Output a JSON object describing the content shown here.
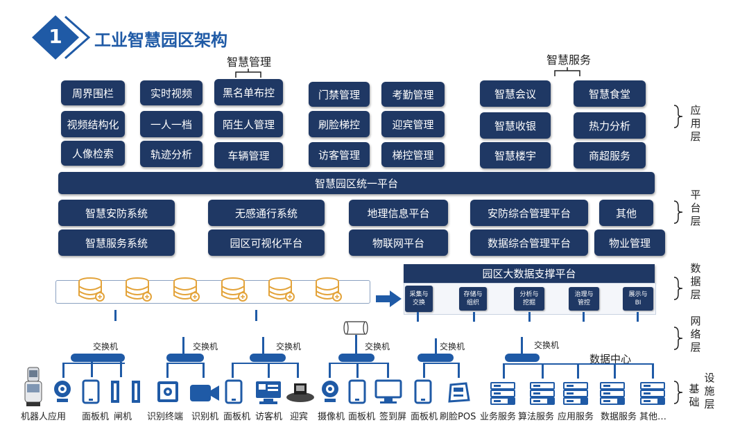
{
  "header": {
    "badge_number": "1",
    "title": "工业智慧园区架构"
  },
  "groups": {
    "management": "智慧管理",
    "services": "智慧服务"
  },
  "app_layer": [
    [
      "周界围栏",
      "实时视频",
      "黑名单布控",
      "门禁管理",
      "考勤管理",
      "智慧会议",
      "智慧食堂"
    ],
    [
      "视频结构化",
      "一人一档",
      "陌生人管理",
      "刷脸梯控",
      "迎宾管理",
      "智慧收银",
      "热力分析"
    ],
    [
      "人像检索",
      "轨迹分析",
      "车辆管理",
      "访客管理",
      "梯控管理",
      "智慧楼宇",
      "商超服务"
    ]
  ],
  "platform_bar": "智慧园区统一平台",
  "platform_layer": [
    [
      "智慧安防系统",
      "无感通行系统",
      "地理信息平台",
      "安防综合管理平台",
      "其他"
    ],
    [
      "智慧服务系统",
      "园区可视化平台",
      "物联网平台",
      "数据综合管理平台",
      "物业管理"
    ]
  ],
  "data_platform": {
    "title": "园区大数据支撑平台",
    "modules": [
      "采集与\n交换",
      "存储与\n组织",
      "分析与\n挖掘",
      "治理与\n管控",
      "展示与\nBI"
    ]
  },
  "network": {
    "switch_label": "交换机",
    "data_center": "数据中心"
  },
  "devices": [
    "机器人应用",
    "面板机",
    "闸机",
    "识别终端",
    "识别机",
    "面板机",
    "访客机",
    "迎宾",
    "摄像机",
    "面板机",
    "签到屏",
    "面板机",
    "刷脸POS",
    "业务服务",
    "算法服务",
    "应用服务",
    "数据服务",
    "其他…"
  ],
  "layers": {
    "application": "应用层",
    "platform": "平台层",
    "data": "数据层",
    "network": "网络层",
    "infrastructure_a": "基础",
    "infrastructure_b": "设施层"
  },
  "colors": {
    "navy": "#1f3864",
    "blue": "#1f5aa6",
    "gold": "#e3a33a"
  },
  "icons": [
    "database-icon",
    "arrow-right-icon",
    "robot-icon",
    "camera-icon",
    "tablet-icon",
    "gate-icon",
    "safe-terminal-icon",
    "video-camera-icon",
    "kiosk-icon",
    "pos-icon",
    "server-icon"
  ]
}
